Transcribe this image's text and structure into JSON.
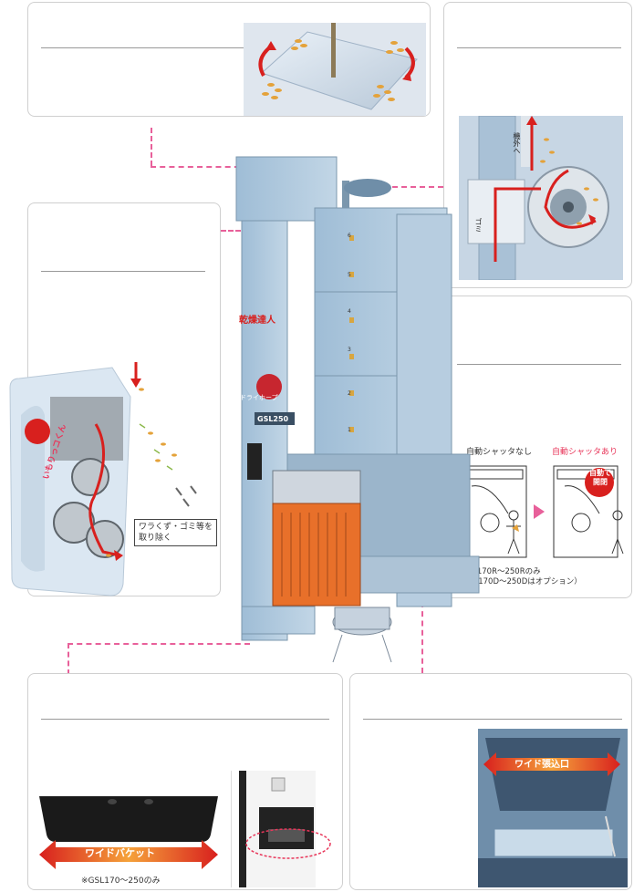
{
  "colors": {
    "accent_pink": "#e8609a",
    "machine_blue": "#a9c6dd",
    "heater_orange": "#e8702a",
    "arrow_red": "#d8201e"
  },
  "brand": {
    "logo_text": "乾燥達人",
    "series_badge": "GSL250",
    "dryer_badge": "ドライホープ"
  },
  "robot_box": {
    "mascot_text": "いもりっコくん",
    "callout": [
      "ワラくず・ゴミ等を",
      "取り除く"
    ]
  },
  "fan_box": {
    "label_out": "機外へ",
    "label_dust": "ゴミ"
  },
  "shutter_box": {
    "label_without": "自動シャッタなし",
    "label_with": "自動シャッタあり",
    "bubble": [
      "自動で",
      "開閉"
    ],
    "note_lines": [
      "※GSL170R～250Rのみ",
      "（GSL170D～250Dはオプション）"
    ]
  },
  "bucket_box": {
    "banner": "ワイドバケット",
    "note": "※GSL170～250のみ"
  },
  "hopper_box": {
    "banner": "ワイド張込口"
  },
  "tank_numbers": [
    "1",
    "2",
    "3",
    "4",
    "5",
    "6"
  ]
}
